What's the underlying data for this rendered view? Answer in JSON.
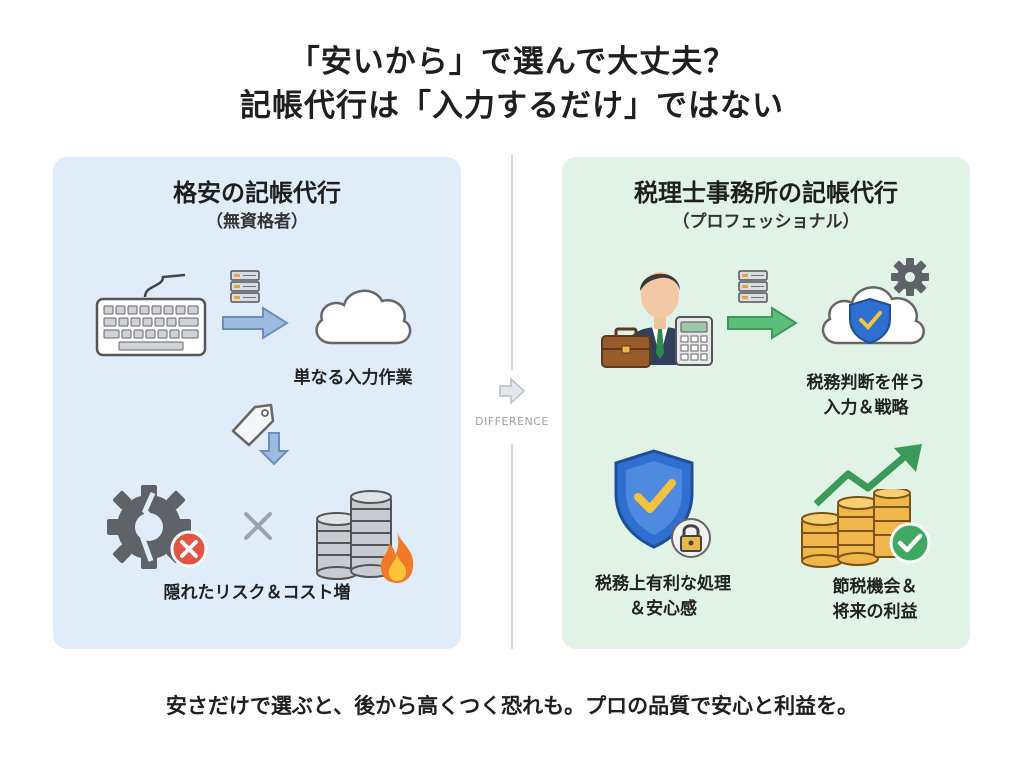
{
  "title": {
    "line1": "「安いから」で選んで大丈夫？",
    "line2": "記帳代行は「入力するだけ」ではない"
  },
  "left_panel": {
    "heading": "格安の記帳代行",
    "subheading": "（無資格者）",
    "label_input": "単なる入力作業",
    "label_risk": "隠れたリスク＆コスト増",
    "icons": [
      "keyboard-icon",
      "server-icon",
      "arrow-right-icon",
      "cloud-icon",
      "price-tag-down-icon",
      "broken-gear-icon",
      "error-icon",
      "cross-icon",
      "coin-stack-icon",
      "fire-icon"
    ]
  },
  "right_panel": {
    "heading": "税理士事務所の記帳代行",
    "subheading": "（プロフェッショナル）",
    "label_judgment_1": "税務判断を伴う",
    "label_judgment_2": "入力＆戦略",
    "label_secure_1": "税務上有利な処理",
    "label_secure_2": "＆安心感",
    "label_benefit_1": "節税機会＆",
    "label_benefit_2": "将来の利益",
    "icons": [
      "professional-person-icon",
      "briefcase-icon",
      "calculator-icon",
      "server-icon",
      "arrow-right-icon",
      "cloud-shield-icon",
      "gear-icon",
      "shield-check-icon",
      "lock-icon",
      "growth-arrow-icon",
      "coin-stack-icon",
      "check-icon"
    ]
  },
  "center": {
    "label": "DIFFERENCE"
  },
  "footer": {
    "text": "安さだけで選ぶと、後から高くつく恐れも。プロの品質で安心と利益を。"
  },
  "colors": {
    "left_bg": "#e1ecf9",
    "right_bg": "#e1f2e6",
    "blue_arrow": "#7ea3cf",
    "green_arrow": "#4caf6a",
    "gold": "#e7a93a",
    "error_red": "#e35343",
    "shield_blue": "#2f6fd0"
  }
}
